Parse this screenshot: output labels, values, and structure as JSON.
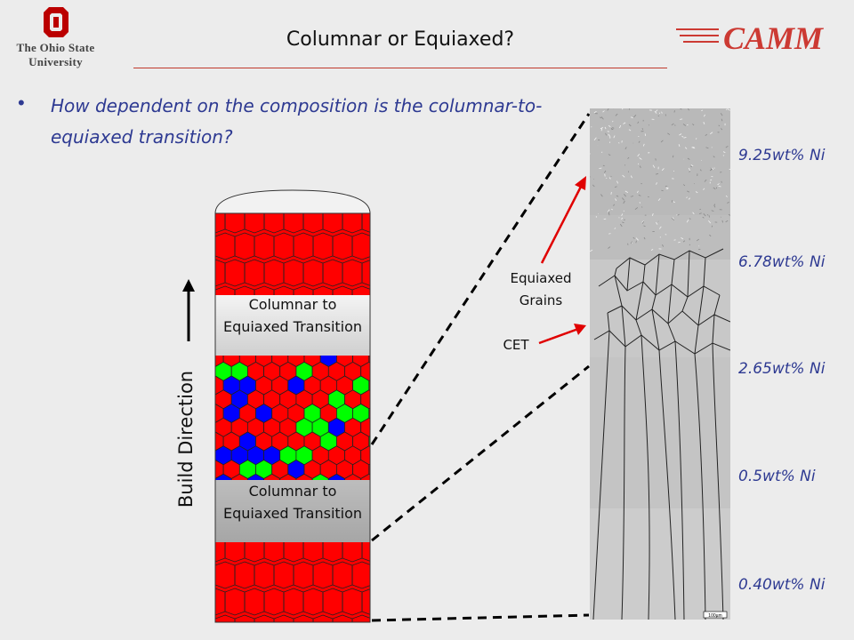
{
  "header": {
    "title": "Columnar or Equiaxed?",
    "logo_left_line1": "The Ohio State",
    "logo_left_line2": "University",
    "logo_right": "CAMM"
  },
  "body": {
    "bullet": "•",
    "question": "How dependent on the composition is the columnar-to-equiaxed transition?"
  },
  "diagram": {
    "build_direction": "Build Direction",
    "cet_top": "Columnar to Equiaxed Transition",
    "cet_bottom": "Columnar to Equiaxed Transition",
    "equiaxed_grains": "Equiaxed Grains",
    "cet": "CET"
  },
  "compositions": [
    "9.25wt% Ni",
    "6.78wt% Ni",
    "2.65wt% Ni",
    "0.5wt% Ni",
    "0.40wt% Ni"
  ],
  "scale_bar": "100µm",
  "colors": {
    "grain_red": "#ff0000",
    "grain_green": "#00ff00",
    "grain_blue": "#0000ff",
    "accent": "#cc3a33",
    "text_blue": "#2e3a92"
  }
}
